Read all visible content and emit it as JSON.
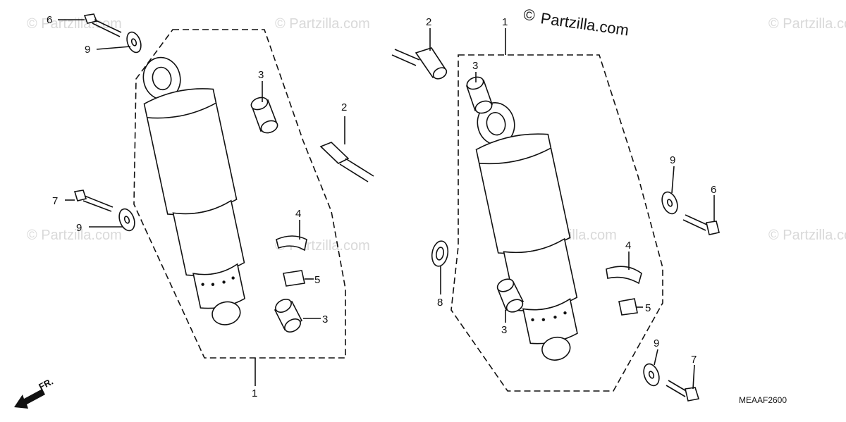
{
  "brand": {
    "copyright_symbol": "©",
    "name": "Partzilla.com"
  },
  "watermark_text": "© Partzilla.com",
  "diagram_code": "MEAAF2600",
  "front_indicator": "FR.",
  "callouts": {
    "left_assembly": "1",
    "right_assembly": "1",
    "left_stud": "2",
    "right_stud": "2",
    "left_top_bushing": "3",
    "left_bottom_bushing": "3",
    "right_top_bushing": "3",
    "right_bottom_bushing": "3",
    "left_ring": "4",
    "right_ring": "4",
    "left_plate": "5",
    "right_plate": "5",
    "left_top_bolt": "6",
    "right_top_bolt": "6",
    "left_bottom_bolt": "7",
    "right_bottom_bolt": "7",
    "right_washer_8": "8",
    "left_top_washer": "9",
    "left_bottom_washer": "9",
    "right_top_washer": "9",
    "right_bottom_washer": "9"
  }
}
